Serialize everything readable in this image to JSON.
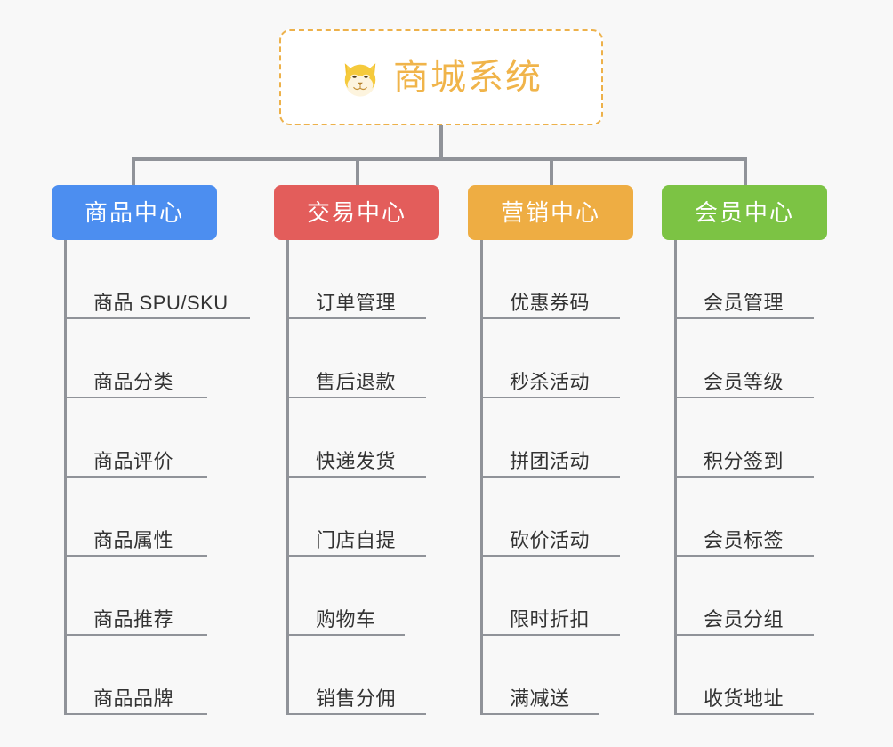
{
  "canvas": {
    "background": "#f8f8f8",
    "line_color": "#909399"
  },
  "root": {
    "title": "商城系统",
    "icon": "shiba-dog-face",
    "icon_glyph": "🐕",
    "border_color": "#edb14a",
    "text_color": "#f0b44a",
    "background": "#ffffff"
  },
  "branches": [
    {
      "id": "product-center",
      "label": "商品中心",
      "color": "#4c8ef0",
      "items": [
        {
          "label": "商品 SPU/SKU",
          "width": "wide"
        },
        {
          "label": "商品分类",
          "width": "short"
        },
        {
          "label": "商品评价",
          "width": "short"
        },
        {
          "label": "商品属性",
          "width": "short"
        },
        {
          "label": "商品推荐",
          "width": "short"
        },
        {
          "label": "商品品牌",
          "width": "short"
        }
      ]
    },
    {
      "id": "trade-center",
      "label": "交易中心",
      "color": "#e35d5b",
      "items": [
        {
          "label": "订单管理",
          "width": "wide"
        },
        {
          "label": "售后退款",
          "width": "wide"
        },
        {
          "label": "快递发货",
          "width": "wide"
        },
        {
          "label": "门店自提",
          "width": "wide"
        },
        {
          "label": "购物车",
          "width": "short"
        },
        {
          "label": "销售分佣",
          "width": "wide"
        }
      ]
    },
    {
      "id": "marketing-center",
      "label": "营销中心",
      "color": "#eead43",
      "items": [
        {
          "label": "优惠券码",
          "width": "wide"
        },
        {
          "label": "秒杀活动",
          "width": "wide"
        },
        {
          "label": "拼团活动",
          "width": "wide"
        },
        {
          "label": "砍价活动",
          "width": "wide"
        },
        {
          "label": "限时折扣",
          "width": "wide"
        },
        {
          "label": "满减送",
          "width": "short"
        }
      ]
    },
    {
      "id": "member-center",
      "label": "会员中心",
      "color": "#7cc344",
      "items": [
        {
          "label": "会员管理",
          "width": "wide"
        },
        {
          "label": "会员等级",
          "width": "wide"
        },
        {
          "label": "积分签到",
          "width": "wide"
        },
        {
          "label": "会员标签",
          "width": "wide"
        },
        {
          "label": "会员分组",
          "width": "wide"
        },
        {
          "label": "收货地址",
          "width": "wide"
        }
      ]
    }
  ]
}
